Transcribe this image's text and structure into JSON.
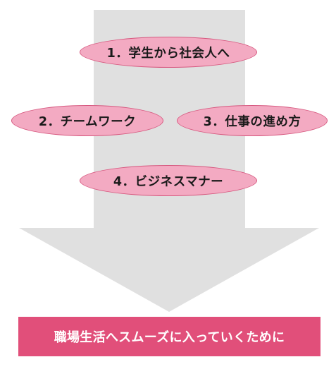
{
  "items": [
    {
      "label": "1．学生から社会人へ"
    },
    {
      "label": "2．チームワーク"
    },
    {
      "label": "3．仕事の進め方"
    },
    {
      "label": "4．ビジネスマナー"
    }
  ],
  "goal": {
    "label": "職場生活へスムーズに入っていくために"
  },
  "colors": {
    "arrow": "#e0e0e0",
    "pill_fill": "#f3aac2",
    "pill_border": "#d6587f",
    "banner": "#e14f7a",
    "banner_text": "#ffffff"
  }
}
